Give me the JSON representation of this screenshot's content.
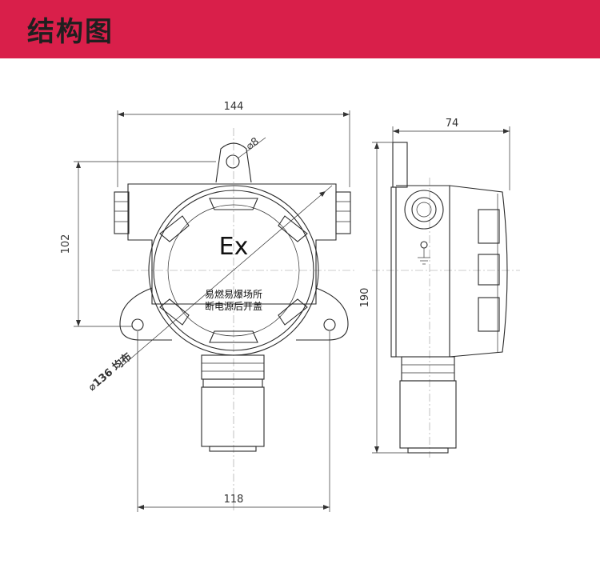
{
  "header": {
    "title": "结构图",
    "bg_color": "#d91f4a"
  },
  "front_view": {
    "dim_width": "144",
    "dim_height": "102",
    "dim_hole": "⌀8",
    "dim_bolt_circle": "⌀136 均布",
    "dim_base": "118",
    "ex_mark": "Ex",
    "warning_line1": "易燃易爆场所",
    "warning_line2": "断电源后开盖"
  },
  "side_view": {
    "dim_depth": "74",
    "dim_total_height": "190"
  }
}
